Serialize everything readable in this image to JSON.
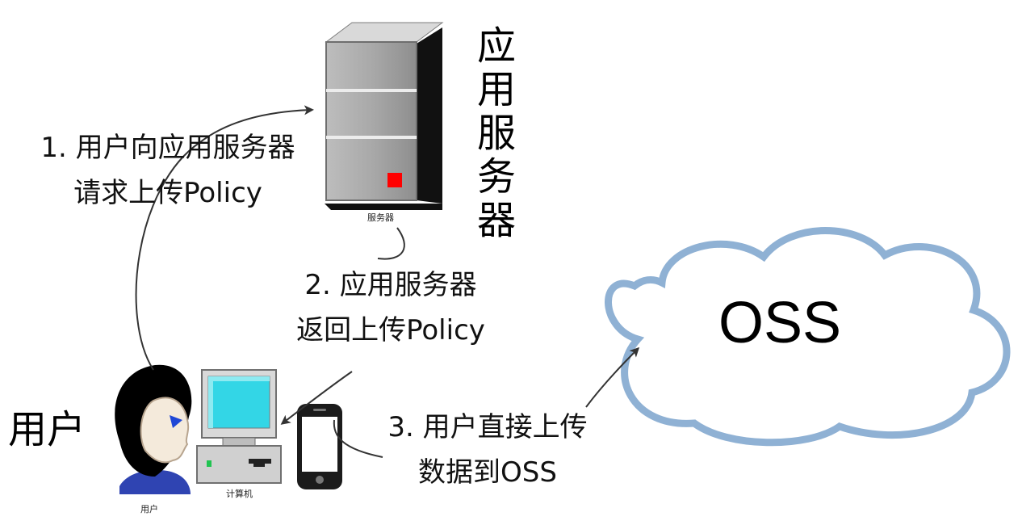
{
  "server": {
    "title": "应用服务器",
    "icon_caption": "服务器",
    "indicator_color": "#ff0000"
  },
  "steps": [
    {
      "line1": "1. 用户向应用服务器",
      "line2": "请求上传Policy"
    },
    {
      "line1": "2. 应用服务器",
      "line2": "返回上传Policy"
    },
    {
      "line1": "3. 用户直接上传",
      "line2": "数据到OSS"
    }
  ],
  "user": {
    "label": "用户",
    "icon_caption": "用户"
  },
  "computer": {
    "icon_caption": "计算机",
    "screen_color": "#33d6e6"
  },
  "cloud": {
    "label": "OSS",
    "stroke_color": "#8fb1d4"
  },
  "icons": [
    "server-icon",
    "user-icon",
    "computer-icon",
    "smartphone-icon",
    "cloud-icon"
  ]
}
